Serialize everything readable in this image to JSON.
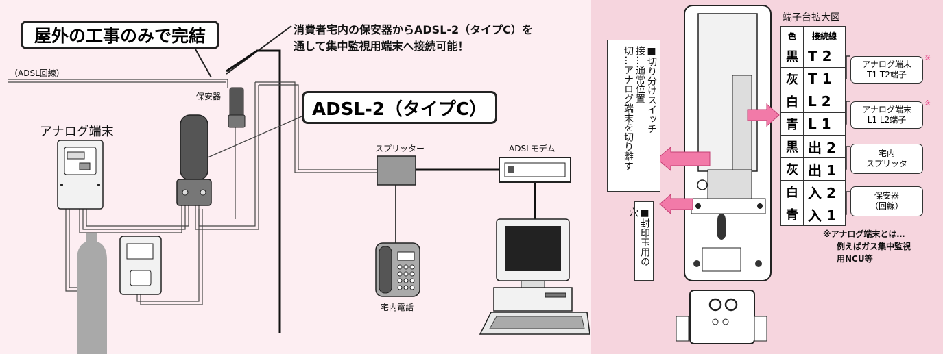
{
  "colors": {
    "background": "#fdeef2",
    "right_panel": "#f6d5de",
    "arrow_pink": "#f27aa8",
    "cylinder_gray": "#a9a9a9",
    "star_pink": "#e8468a"
  },
  "headline": "屋外の工事のみで完結",
  "subtitle_line1": "消費者宅内の保安器からADSL-2（タイプC）を",
  "subtitle_line2": "通して集中監視用端末へ接続可能！",
  "adsl_line_label": "（ADSL回線）",
  "protector_label": "保安器",
  "product_badge": "ADSL-2（タイプC）",
  "analog_terminal_label": "アナログ端末",
  "splitter_label": "スプリッター",
  "modem_label": "ADSLモデム",
  "phone_label": "宅内電話",
  "switch_note": {
    "title": "■切り分けスイッチ",
    "line1": "接…通常位置",
    "line2": "切…アナログ端末を切り離す"
  },
  "seal_note": "■封印玉用の穴",
  "terminal_block": {
    "title": "端子台拡大図",
    "col_color": "色",
    "col_wire": "接続線",
    "rows": [
      {
        "color": "黒",
        "wire": "T 2"
      },
      {
        "color": "灰",
        "wire": "T 1"
      },
      {
        "color": "白",
        "wire": "L 2"
      },
      {
        "color": "青",
        "wire": "L 1"
      },
      {
        "color": "黒",
        "wire": "出 2"
      },
      {
        "color": "灰",
        "wire": "出 1"
      },
      {
        "color": "白",
        "wire": "入 2"
      },
      {
        "color": "青",
        "wire": "入 1"
      }
    ],
    "groups": [
      {
        "line1": "アナログ端末",
        "line2": "T1 T2端子",
        "star": "※"
      },
      {
        "line1": "アナログ端末",
        "line2": "L1 L2端子",
        "star": "※"
      },
      {
        "line1": "宅内",
        "line2": "スプリッタ",
        "star": ""
      },
      {
        "line1": "保安器",
        "line2": "（回線）",
        "star": ""
      }
    ]
  },
  "footnote": {
    "line1": "※アナログ端末とは…",
    "line2": "例えばガス集中監視",
    "line3": "用NCU等"
  }
}
